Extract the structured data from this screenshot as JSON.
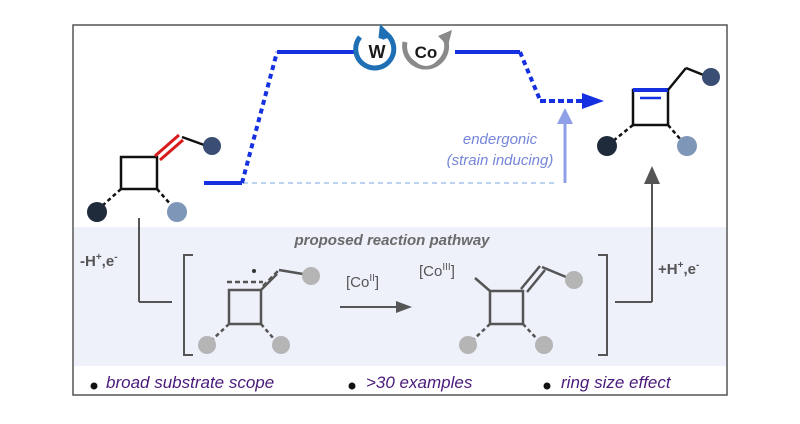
{
  "catalysts": {
    "w_label": "W",
    "co_label": "Co"
  },
  "energy_note": {
    "line1": "endergonic",
    "line2": "(strain inducing)"
  },
  "pathway": {
    "title": "proposed reaction pathway",
    "step_left_main": "-H",
    "step_left_sup": "+",
    "step_left_tail": ",e",
    "step_left_sup2": "-",
    "step_right_main": "+H",
    "step_right_sup": "+",
    "step_right_tail": ",e",
    "step_right_sup2": "-",
    "co2_pre": "[Co",
    "co2_sup": "II",
    "co2_post": "]",
    "co3_pre": "[Co",
    "co3_sup": "III",
    "co3_post": "]"
  },
  "features": [
    {
      "label": "broad substrate scope"
    },
    {
      "label": ">30 examples"
    },
    {
      "label": "ring size effect"
    }
  ],
  "colors": {
    "frame": "#555555",
    "band": "#eef0fa",
    "blue_path": "#1530e0",
    "light_path": "#bcd3f0",
    "arrow_light": "#8fa0e8",
    "note_text": "#7585d8",
    "alkene_red": "#d81c1c",
    "navy_dot": "#3a4e73",
    "dark_dot": "#1f2a3a",
    "light_dot": "#7e96b8",
    "gray_dot": "#b5b5b5",
    "w_ring": "#1f6fb5",
    "co_ring": "#8a8a8a",
    "feature_text": "#4a1a7a",
    "label_gray": "#555555"
  }
}
